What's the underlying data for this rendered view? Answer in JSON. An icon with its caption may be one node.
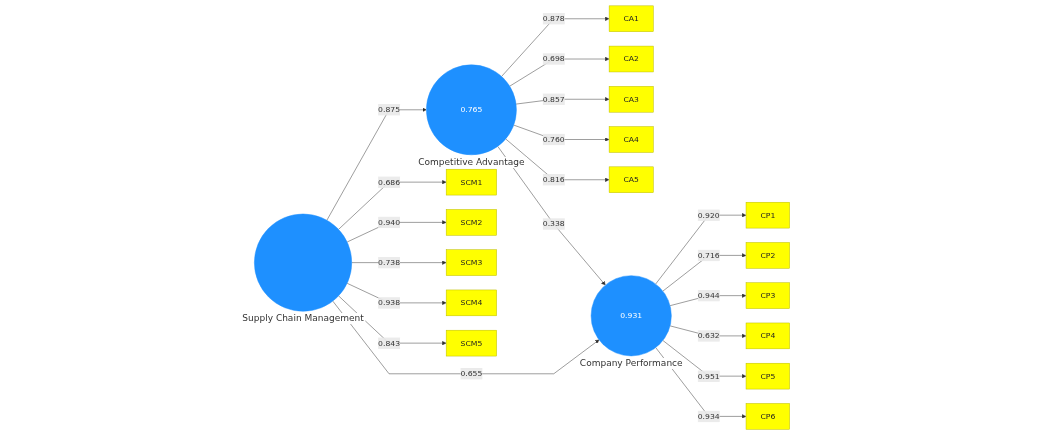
{
  "diagram": {
    "nodes": [
      {
        "text": [
          "CA1"
        ]
      },
      {
        "text": [
          "CA2"
        ]
      },
      {
        "text": [
          "CA3"
        ]
      },
      {
        "text": [
          "CA4"
        ]
      },
      {
        "text": [
          "CA5"
        ]
      },
      {
        "text": [
          "0.765"
        ],
        "beside": [
          "Competitive Advantage"
        ]
      },
      {
        "text": [],
        "shape": "circle",
        "beside": [
          "Supply Chain Management"
        ]
      },
      {
        "text": [
          "0.931"
        ],
        "beside": [
          "Company Performance"
        ]
      },
      {
        "text": [
          "SCM1"
        ]
      },
      {
        "text": [
          "SCM2"
        ]
      },
      {
        "text": [
          "SCM3"
        ]
      },
      {
        "text": [
          "SCM4"
        ]
      },
      {
        "text": [
          "SCM5"
        ]
      },
      {
        "text": [
          "CP1"
        ]
      },
      {
        "text": [
          "CP2"
        ]
      },
      {
        "text": [
          "CP3"
        ]
      },
      {
        "text": [
          "CP4"
        ]
      },
      {
        "text": [
          "CP5"
        ]
      },
      {
        "text": [
          "CP6"
        ]
      }
    ],
    "edges": [
      {
        "from": 5,
        "to": 0,
        "arrow": "to",
        "label": "0.878"
      },
      {
        "from": 5,
        "to": 1,
        "arrow": "to",
        "label": "0.698"
      },
      {
        "from": 5,
        "to": 2,
        "arrow": "to",
        "label": "0.857"
      },
      {
        "from": 5,
        "to": 3,
        "arrow": "to",
        "label": "0.760"
      },
      {
        "from": 5,
        "to": 4,
        "arrow": "to",
        "label": "0.816"
      },
      {
        "from": 6,
        "to": 5,
        "arrow": "to",
        "label": "0.875"
      },
      {
        "from": 5,
        "to": 7,
        "arrow": "to",
        "label": "0.338"
      },
      {
        "from": 6,
        "to": 7,
        "arrow": "to",
        "label": "0.655"
      },
      {
        "from": 6,
        "to": 8,
        "arrow": "to",
        "label": "0.686"
      },
      {
        "from": 6,
        "to": 9,
        "arrow": "to",
        "label": "0.940"
      },
      {
        "from": 6,
        "to": 10,
        "arrow": "to",
        "label": "0.738"
      },
      {
        "from": 6,
        "to": 11,
        "arrow": "to",
        "label": "0.938"
      },
      {
        "from": 6,
        "to": 12,
        "arrow": "to",
        "label": "0.843"
      },
      {
        "from": 7,
        "to": 13,
        "arrow": "to",
        "label": "0.920"
      },
      {
        "from": 7,
        "to": 14,
        "arrow": "to",
        "label": "0.716"
      },
      {
        "from": 7,
        "to": 15,
        "arrow": "to",
        "label": "0.944"
      },
      {
        "from": 7,
        "to": 16,
        "arrow": "to",
        "label": "0.632"
      },
      {
        "from": 7,
        "to": 17,
        "arrow": "to",
        "label": "0.951"
      },
      {
        "from": 7,
        "to": 18,
        "arrow": "to",
        "label": "0.934"
      }
    ]
  }
}
